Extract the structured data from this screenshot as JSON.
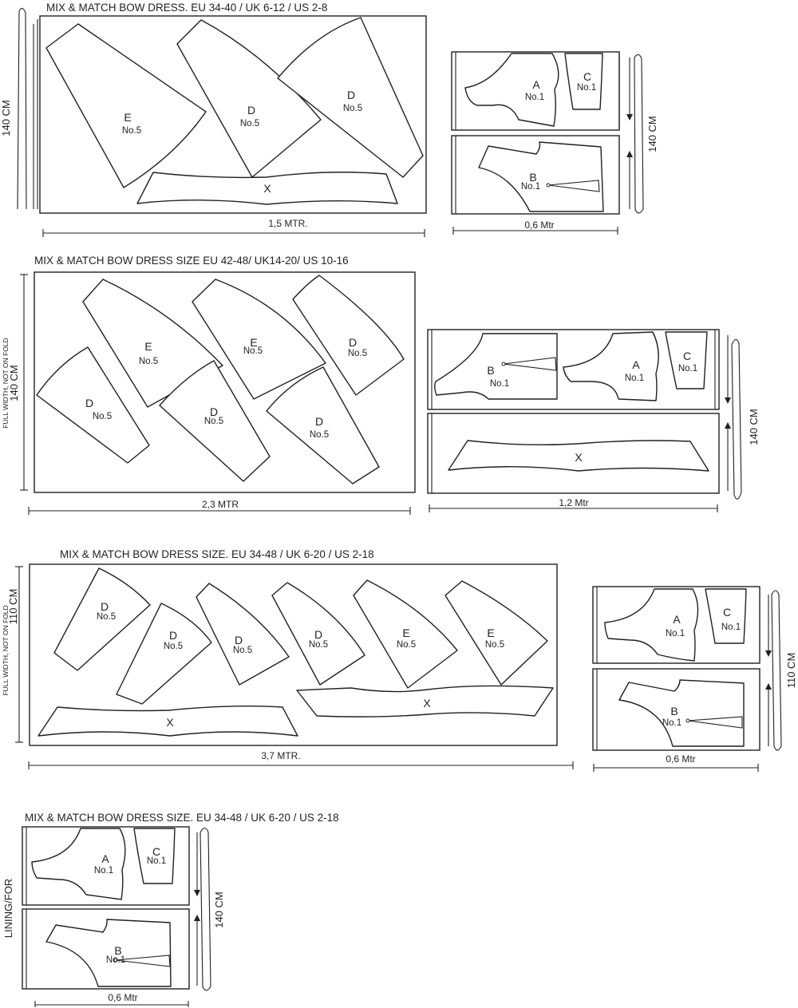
{
  "sections": [
    {
      "title": "MIX & MATCH BOW DRESS.  EU 34-40 / UK 6-12 / US 2-8",
      "main_height_label": "140 CM",
      "main_width_label": "1,5 MTR.",
      "side_height_label": "140 CM",
      "side_width_label": "0,6 Mtr"
    },
    {
      "title": "MIX & MATCH BOW DRESS SIZE EU 42-48/ UK14-20/ US 10-16",
      "main_height_label": "140 CM",
      "main_side_note": "FULL WIDTH, NOT ON FOLD",
      "main_width_label": "2,3 MTR",
      "side_height_label": "140 CM",
      "side_width_label": "1,2 Mtr"
    },
    {
      "title": "MIX & MATCH BOW DRESS SIZE.  EU 34-48 / UK 6-20 / US 2-18",
      "main_height_label": "110 CM",
      "main_side_note": "FULL WIDTH, NOT ON FOLD",
      "main_width_label": "3,7 MTR.",
      "side_height_label": "110 CM",
      "side_width_label": "0,6 Mtr"
    },
    {
      "title": "MIX & MATCH BOW DRESS SIZE.  EU 34-48 / UK 6-20 / US 2-18",
      "lining_label": "LINING/FOR",
      "side_height_label": "140 CM",
      "side_width_label": "0,6 Mtr"
    }
  ],
  "pieces": {
    "A": {
      "letter": "A",
      "number": "No.1"
    },
    "B": {
      "letter": "B",
      "number": "No.1"
    },
    "C": {
      "letter": "C",
      "number": "No.1"
    },
    "D": {
      "letter": "D",
      "number": "No.5"
    },
    "E": {
      "letter": "E",
      "number": "No.5"
    },
    "X": {
      "letter": "X"
    }
  }
}
